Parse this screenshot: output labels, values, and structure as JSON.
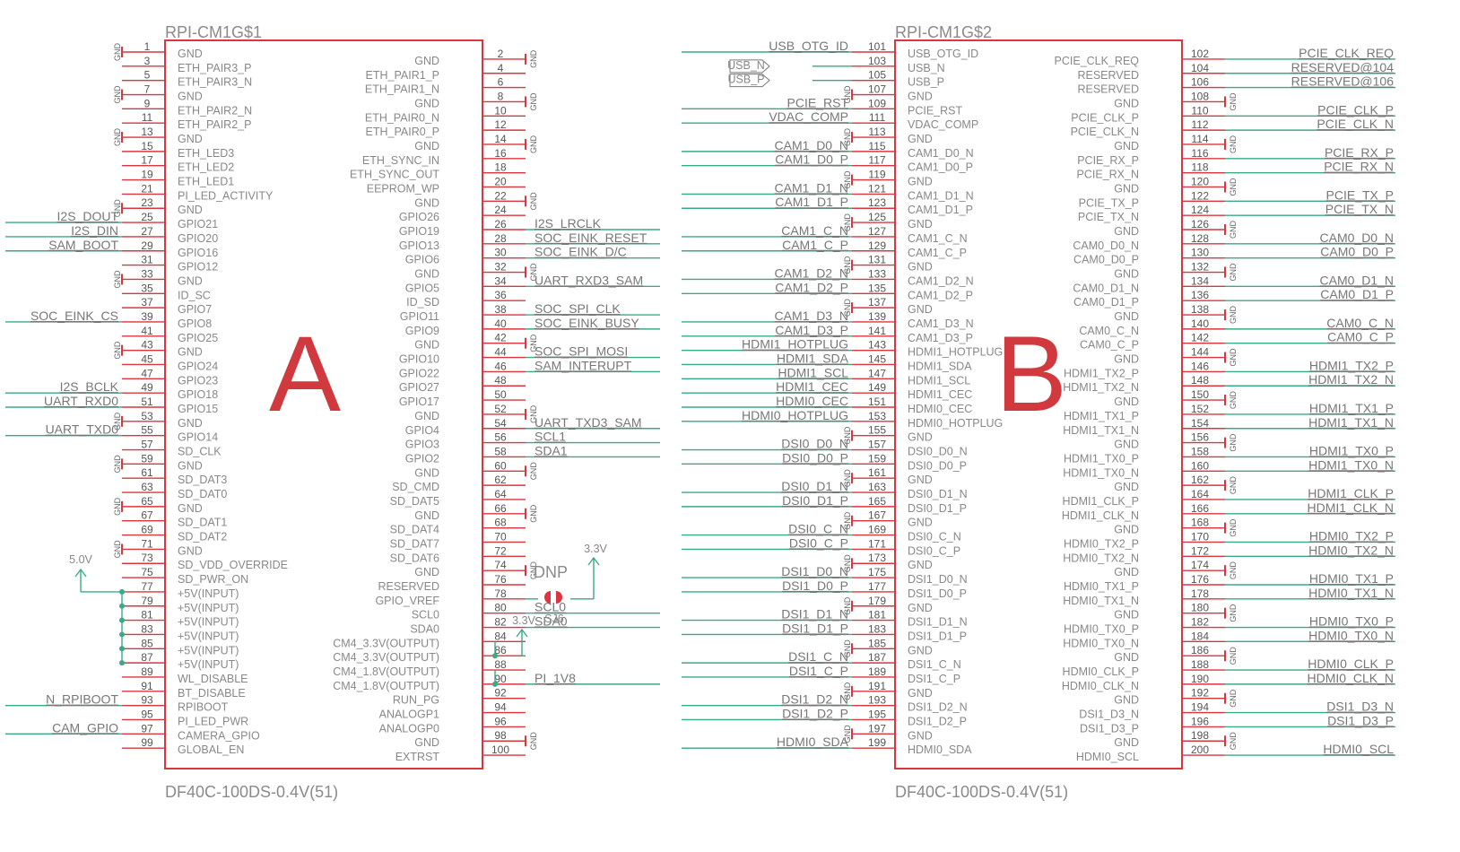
{
  "connectors": [
    {
      "id": "A",
      "name": "RPI-CM1G$1",
      "value": "DF40C-100DS-0.4V(51)",
      "big_label": "A",
      "pins": [
        "GND",
        "GND",
        "ETH_PAIR3_P",
        "ETH_PAIR1_P",
        "ETH_PAIR3_N",
        "ETH_PAIR1_N",
        "GND",
        "GND",
        "ETH_PAIR2_N",
        "ETH_PAIR0_N",
        "ETH_PAIR2_P",
        "ETH_PAIR0_P",
        "GND",
        "GND",
        "ETH_LED3",
        "ETH_SYNC_IN",
        "ETH_LED2",
        "ETH_SYNC_OUT",
        "ETH_LED1",
        "EEPROM_WP",
        "PI_LED_ACTIVITY",
        "GND",
        "GND",
        "GPIO26",
        "GPIO21",
        "GPIO19",
        "GPIO20",
        "GPIO13",
        "GPIO16",
        "GPIO6",
        "GPIO12",
        "GND",
        "GND",
        "GPIO5",
        "ID_SC",
        "ID_SD",
        "GPIO7",
        "GPIO11",
        "GPIO8",
        "GPIO9",
        "GPIO25",
        "GND",
        "GND",
        "GPIO10",
        "GPIO24",
        "GPIO22",
        "GPIO23",
        "GPIO27",
        "GPIO18",
        "GPIO17",
        "GPIO15",
        "GND",
        "GND",
        "GPIO4",
        "GPIO14",
        "GPIO3",
        "SD_CLK",
        "GPIO2",
        "GND",
        "GND",
        "SD_DAT3",
        "SD_CMD",
        "SD_DAT0",
        "SD_DAT5",
        "GND",
        "GND",
        "SD_DAT1",
        "SD_DAT4",
        "SD_DAT2",
        "SD_DAT7",
        "GND",
        "SD_DAT6",
        "SD_VDD_OVERRIDE",
        "GND",
        "SD_PWR_ON",
        "RESERVED",
        "+5V(INPUT)",
        "GPIO_VREF",
        "+5V(INPUT)",
        "SCL0",
        "+5V(INPUT)",
        "SDA0",
        "+5V(INPUT)",
        "CM4_3.3V(OUTPUT)",
        "+5V(INPUT)",
        "CM4_3.3V(OUTPUT)",
        "+5V(INPUT)",
        "CM4_1.8V(OUTPUT)",
        "WL_DISABLE",
        "CM4_1.8V(OUTPUT)",
        "BT_DISABLE",
        "RUN_PG",
        "RPIBOOT",
        "ANALOGP1",
        "PI_LED_PWR",
        "ANALOGP0",
        "CAMERA_GPIO",
        "GND",
        "GLOBAL_EN",
        "EXTRST"
      ],
      "gnd_pins": [
        1,
        2,
        7,
        8,
        13,
        14,
        22,
        23,
        32,
        33,
        42,
        43,
        52,
        53,
        59,
        60,
        65,
        66,
        71,
        74,
        98
      ],
      "nets_left": [
        {
          "pin": 25,
          "label": "I2S_DOUT"
        },
        {
          "pin": 27,
          "label": "I2S_DIN"
        },
        {
          "pin": 29,
          "label": "SAM_BOOT"
        },
        {
          "pin": 39,
          "label": "SOC_EINK_CS"
        },
        {
          "pin": 49,
          "label": "I2S_BCLK"
        },
        {
          "pin": 51,
          "label": "UART_RXD0"
        },
        {
          "pin": 55,
          "label": "UART_TXD0"
        },
        {
          "pin": 93,
          "label": "N_RPIBOOT"
        },
        {
          "pin": 97,
          "label": "CAM_GPIO"
        }
      ],
      "nets_right": [
        {
          "pin": 26,
          "label": "I2S_LRCLK"
        },
        {
          "pin": 28,
          "label": "SOC_EINK_RESET"
        },
        {
          "pin": 30,
          "label": "SOC_EINK_D/C"
        },
        {
          "pin": 34,
          "label": "UART_RXD3_SAM"
        },
        {
          "pin": 38,
          "label": "SOC_SPI_CLK"
        },
        {
          "pin": 40,
          "label": "SOC_EINK_BUSY"
        },
        {
          "pin": 44,
          "label": "SOC_SPI_MOSI"
        },
        {
          "pin": 46,
          "label": "SAM_INTERUPT"
        },
        {
          "pin": 54,
          "label": "UART_TXD3_SAM"
        },
        {
          "pin": 56,
          "label": "SCL1"
        },
        {
          "pin": 58,
          "label": "SDA1"
        },
        {
          "pin": 80,
          "label": "SCL0"
        },
        {
          "pin": 82,
          "label": "SDA0"
        },
        {
          "pin": 90,
          "label": "PI_1V8"
        }
      ],
      "power": {
        "v5": "5.0V",
        "v33a": "3.3V",
        "v33b": "3.3V",
        "dnp": "DNP",
        "sj": "SJ6"
      }
    },
    {
      "id": "B",
      "name": "RPI-CM1G$2",
      "value": "DF40C-100DS-0.4V(51)",
      "big_label": "B",
      "pins": [
        "USB_OTG_ID",
        "PCIE_CLK_REQ",
        "USB_N",
        "RESERVED",
        "USB_P",
        "RESERVED",
        "GND",
        "GND",
        "PCIE_RST",
        "PCIE_CLK_P",
        "VDAC_COMP",
        "PCIE_CLK_N",
        "GND",
        "GND",
        "CAM1_D0_N",
        "PCIE_RX_P",
        "CAM1_D0_P",
        "PCIE_RX_N",
        "GND",
        "GND",
        "CAM1_D1_N",
        "PCIE_TX_P",
        "CAM1_D1_P",
        "PCIE_TX_N",
        "GND",
        "GND",
        "CAM1_C_N",
        "CAM0_D0_N",
        "CAM1_C_P",
        "CAM0_D0_P",
        "GND",
        "GND",
        "CAM1_D2_N",
        "CAM0_D1_N",
        "CAM1_D2_P",
        "CAM0_D1_P",
        "GND",
        "GND",
        "CAM1_D3_N",
        "CAM0_C_N",
        "CAM1_D3_P",
        "CAM0_C_P",
        "HDMI1_HOTPLUG",
        "GND",
        "HDMI1_SDA",
        "HDMI1_TX2_P",
        "HDMI1_SCL",
        "HDMI1_TX2_N",
        "HDMI1_CEC",
        "GND",
        "HDMI0_CEC",
        "HDMI1_TX1_P",
        "HDMI0_HOTPLUG",
        "HDMI1_TX1_N",
        "GND",
        "GND",
        "DSI0_D0_N",
        "HDMI1_TX0_P",
        "DSI0_D0_P",
        "HDMI1_TX0_N",
        "GND",
        "GND",
        "DSI0_D1_N",
        "HDMI1_CLK_P",
        "DSI0_D1_P",
        "HDMI1_CLK_N",
        "GND",
        "GND",
        "DSI0_C_N",
        "HDMI0_TX2_P",
        "DSI0_C_P",
        "HDMI0_TX2_N",
        "GND",
        "GND",
        "DSI1_D0_N",
        "HDMI0_TX1_P",
        "DSI1_D0_P",
        "HDMI0_TX1_N",
        "GND",
        "GND",
        "DSI1_D1_N",
        "HDMI0_TX0_P",
        "DSI1_D1_P",
        "HDMI0_TX0_N",
        "GND",
        "GND",
        "DSI1_C_N",
        "HDMI0_CLK_P",
        "DSI1_C_P",
        "HDMI0_CLK_N",
        "GND",
        "GND",
        "DSI1_D2_N",
        "DSI1_D3_N",
        "DSI1_D2_P",
        "DSI1_D3_P",
        "GND",
        "GND",
        "HDMI0_SDA",
        "HDMI0_SCL"
      ],
      "gnd_pins": [
        7,
        8,
        13,
        14,
        19,
        20,
        25,
        26,
        31,
        32,
        37,
        38,
        44,
        50,
        55,
        56,
        61,
        62,
        67,
        68,
        73,
        74,
        79,
        80,
        85,
        86,
        91,
        92,
        97,
        98
      ],
      "nets_left": [
        {
          "pin": 1,
          "label": "USB_OTG_ID"
        },
        {
          "pin": 9,
          "label": "PCIE_RST"
        },
        {
          "pin": 11,
          "label": "VDAC_COMP"
        },
        {
          "pin": 15,
          "label": "CAM1_D0_N"
        },
        {
          "pin": 17,
          "label": "CAM1_D0_P"
        },
        {
          "pin": 21,
          "label": "CAM1_D1_N"
        },
        {
          "pin": 23,
          "label": "CAM1_D1_P"
        },
        {
          "pin": 27,
          "label": "CAM1_C_N"
        },
        {
          "pin": 29,
          "label": "CAM1_C_P"
        },
        {
          "pin": 33,
          "label": "CAM1_D2_N"
        },
        {
          "pin": 35,
          "label": "CAM1_D2_P"
        },
        {
          "pin": 39,
          "label": "CAM1_D3_N"
        },
        {
          "pin": 41,
          "label": "CAM1_D3_P"
        },
        {
          "pin": 43,
          "label": "HDMI1_HOTPLUG"
        },
        {
          "pin": 45,
          "label": "HDMI1_SDA"
        },
        {
          "pin": 47,
          "label": "HDMI1_SCL"
        },
        {
          "pin": 49,
          "label": "HDMI1_CEC"
        },
        {
          "pin": 51,
          "label": "HDMI0_CEC"
        },
        {
          "pin": 53,
          "label": "HDMI0_HOTPLUG"
        },
        {
          "pin": 57,
          "label": "DSI0_D0_N"
        },
        {
          "pin": 59,
          "label": "DSI0_D0_P"
        },
        {
          "pin": 63,
          "label": "DSI0_D1_N"
        },
        {
          "pin": 65,
          "label": "DSI0_D1_P"
        },
        {
          "pin": 69,
          "label": "DSI0_C_N"
        },
        {
          "pin": 71,
          "label": "DSI0_C_P"
        },
        {
          "pin": 75,
          "label": "DSI1_D0_N"
        },
        {
          "pin": 77,
          "label": "DSI1_D0_P"
        },
        {
          "pin": 81,
          "label": "DSI1_D1_N"
        },
        {
          "pin": 83,
          "label": "DSI1_D1_P"
        },
        {
          "pin": 87,
          "label": "DSI1_C_N"
        },
        {
          "pin": 89,
          "label": "DSI1_C_P"
        },
        {
          "pin": 93,
          "label": "DSI1_D2_N"
        },
        {
          "pin": 95,
          "label": "DSI1_D2_P"
        },
        {
          "pin": 99,
          "label": "HDMI0_SDA"
        }
      ],
      "nets_right": [
        {
          "pin": 2,
          "label": "PCIE_CLK_REQ"
        },
        {
          "pin": 4,
          "label": "RESERVED@104"
        },
        {
          "pin": 6,
          "label": "RESERVED@106"
        },
        {
          "pin": 10,
          "label": "PCIE_CLK_P"
        },
        {
          "pin": 12,
          "label": "PCIE_CLK_N"
        },
        {
          "pin": 16,
          "label": "PCIE_RX_P"
        },
        {
          "pin": 18,
          "label": "PCIE_RX_N"
        },
        {
          "pin": 22,
          "label": "PCIE_TX_P"
        },
        {
          "pin": 24,
          "label": "PCIE_TX_N"
        },
        {
          "pin": 28,
          "label": "CAM0_D0_N"
        },
        {
          "pin": 30,
          "label": "CAM0_D0_P"
        },
        {
          "pin": 34,
          "label": "CAM0_D1_N"
        },
        {
          "pin": 36,
          "label": "CAM0_D1_P"
        },
        {
          "pin": 40,
          "label": "CAM0_C_N"
        },
        {
          "pin": 42,
          "label": "CAM0_C_P"
        },
        {
          "pin": 46,
          "label": "HDMI1_TX2_P"
        },
        {
          "pin": 48,
          "label": "HDMI1_TX2_N"
        },
        {
          "pin": 52,
          "label": "HDMI1_TX1_P"
        },
        {
          "pin": 54,
          "label": "HDMI1_TX1_N"
        },
        {
          "pin": 58,
          "label": "HDMI1_TX0_P"
        },
        {
          "pin": 60,
          "label": "HDMI1_TX0_N"
        },
        {
          "pin": 64,
          "label": "HDMI1_CLK_P"
        },
        {
          "pin": 66,
          "label": "HDMI1_CLK_N"
        },
        {
          "pin": 70,
          "label": "HDMI0_TX2_P"
        },
        {
          "pin": 72,
          "label": "HDMI0_TX2_N"
        },
        {
          "pin": 76,
          "label": "HDMI0_TX1_P"
        },
        {
          "pin": 78,
          "label": "HDMI0_TX1_N"
        },
        {
          "pin": 82,
          "label": "HDMI0_TX0_P"
        },
        {
          "pin": 84,
          "label": "HDMI0_TX0_N"
        },
        {
          "pin": 88,
          "label": "HDMI0_CLK_P"
        },
        {
          "pin": 90,
          "label": "HDMI0_CLK_N"
        },
        {
          "pin": 94,
          "label": "DSI1_D3_N"
        },
        {
          "pin": 96,
          "label": "DSI1_D3_P"
        },
        {
          "pin": 100,
          "label": "HDMI0_SCL"
        }
      ],
      "usb_ports": [
        {
          "pin": 3,
          "label": "USB_N"
        },
        {
          "pin": 5,
          "label": "USB_P"
        }
      ]
    }
  ],
  "gnd_text": "GND",
  "colors": {
    "part": "#d9363e",
    "wire": "#3aaa86",
    "label": "#d03a3e"
  }
}
